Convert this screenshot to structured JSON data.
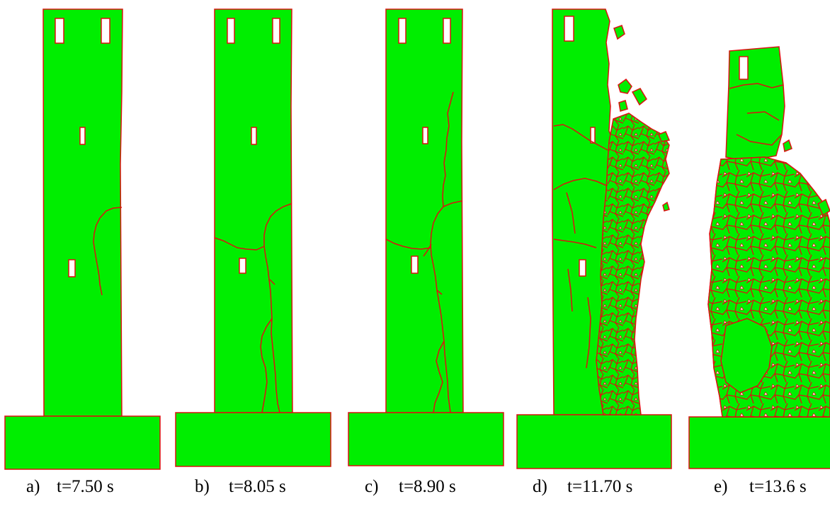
{
  "colors": {
    "fill": "#00ee00",
    "outline": "#dd1111",
    "background": "#ffffff",
    "text": "#000000"
  },
  "panels": [
    {
      "id": "a",
      "label": "a)",
      "time": "t=7.50 s"
    },
    {
      "id": "b",
      "label": "b)",
      "time": "t=8.05 s"
    },
    {
      "id": "c",
      "label": "c)",
      "time": "t=8.90 s"
    },
    {
      "id": "d",
      "label": "d)",
      "time": "t=11.70 s"
    },
    {
      "id": "e",
      "label": "e)",
      "time": "t=13.6 s"
    }
  ]
}
